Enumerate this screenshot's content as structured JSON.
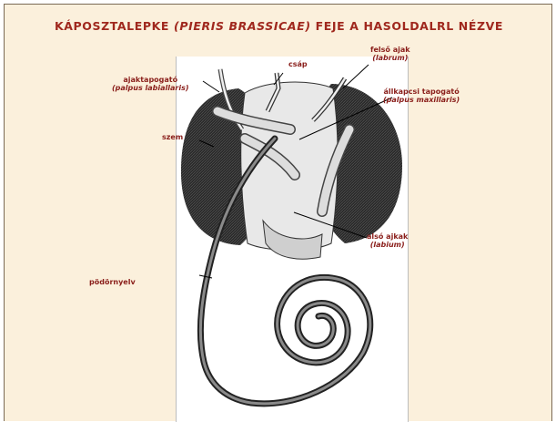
{
  "title": {
    "part1": "KÁPOSZTALEPKE ",
    "part2": "(PIERIS BRASSICAE)",
    "part3": " FEJE A HASOLDALRL NÉZVE"
  },
  "labels": {
    "csap": "csáp",
    "felso_ajak": "felső ajak",
    "felso_ajak_latin": "(labrum)",
    "ajaktapogato": "ajaktapogató",
    "ajaktapogato_latin": "(palpus labiallaris)",
    "allkapcsi": "állkapcsi tapogató",
    "allkapcsi_latin": "(palpus maxillaris)",
    "szem": "szem",
    "also_ajak": "alsó ajkak",
    "also_ajak_latin": "(labium)",
    "podornyelv": "pödörnyelv"
  },
  "colors": {
    "background": "#fbf0dc",
    "title": "#a0281e",
    "label": "#8a1e1a",
    "ink": "#1a1a1a"
  }
}
